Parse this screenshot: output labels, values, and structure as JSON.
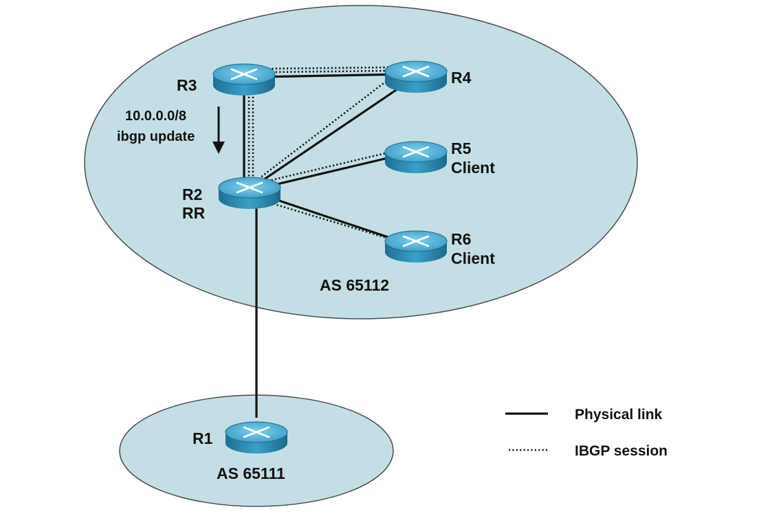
{
  "diagram": {
    "as_main": {
      "label": "AS 65112"
    },
    "as_lower": {
      "label": "AS 65111"
    },
    "update_note": {
      "line1": "10.0.0.0/8",
      "line2": "ibgp update"
    },
    "routers": {
      "r1": {
        "name": "R1",
        "role": ""
      },
      "r2": {
        "name": "R2",
        "role": "RR"
      },
      "r3": {
        "name": "R3",
        "role": ""
      },
      "r4": {
        "name": "R4",
        "role": ""
      },
      "r5": {
        "name": "R5",
        "role": "Client"
      },
      "r6": {
        "name": "R6",
        "role": "Client"
      }
    },
    "physical_links": [
      [
        "r3",
        "r4"
      ],
      [
        "r3",
        "r2"
      ],
      [
        "r4",
        "r2"
      ],
      [
        "r5",
        "r2"
      ],
      [
        "r6",
        "r2"
      ],
      [
        "r2",
        "r1"
      ]
    ],
    "ibgp_sessions": [
      [
        "r3",
        "r4"
      ],
      [
        "r3",
        "r2"
      ],
      [
        "r4",
        "r2"
      ],
      [
        "r5",
        "r2"
      ],
      [
        "r6",
        "r2"
      ]
    ],
    "colors": {
      "as_fill": "#c3dfe5",
      "as_stroke": "#4a4a4a",
      "router_body": "#3a96bc",
      "router_top": "#4fb0d6",
      "line": "#111111"
    }
  },
  "legend": {
    "physical": "Physical link",
    "ibgp": "IBGP session"
  }
}
